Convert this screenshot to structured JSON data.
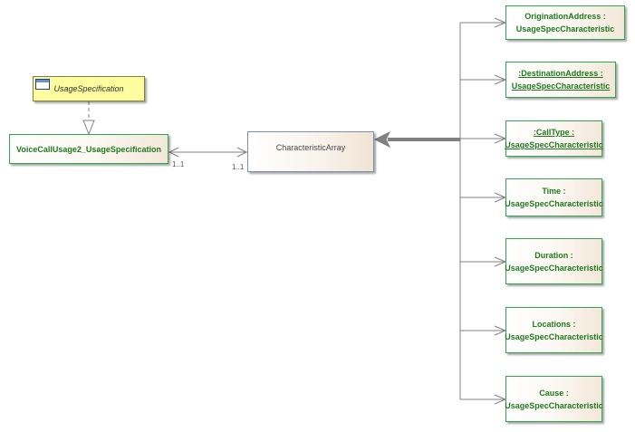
{
  "interface": {
    "name": "UsageSpecification"
  },
  "specification": {
    "name": "VoiceCallUsage2_UsageSpecification"
  },
  "array": {
    "name": "CharacteristicArray"
  },
  "association": {
    "left_multiplicity": "1..1",
    "right_multiplicity": "1..1"
  },
  "characteristics": [
    {
      "name": "OriginationAddress :",
      "type": "UsageSpecCharacteristic",
      "underlined": false
    },
    {
      "name": ":DestinationAddress :",
      "type": "UsageSpecCharacteristic",
      "underlined": true
    },
    {
      "name": ":CallType :",
      "type": "UsageSpecCharacteristic",
      "underlined": true
    },
    {
      "name": "Time :",
      "type": "UsageSpecCharacteristic",
      "underlined": false
    },
    {
      "name": "Duration :",
      "type": "UsageSpecCharacteristic",
      "underlined": false
    },
    {
      "name": "Locations :",
      "type": "UsageSpecCharacteristic",
      "underlined": false
    },
    {
      "name": "Cause :",
      "type": "UsageSpecCharacteristic",
      "underlined": false
    }
  ],
  "colors": {
    "instance_border": "#2fa84f",
    "instance_text": "#1f7a1f",
    "interface_fill": "#fdfd9f",
    "class_border": "#7a8fb5",
    "connector": "#808080"
  }
}
